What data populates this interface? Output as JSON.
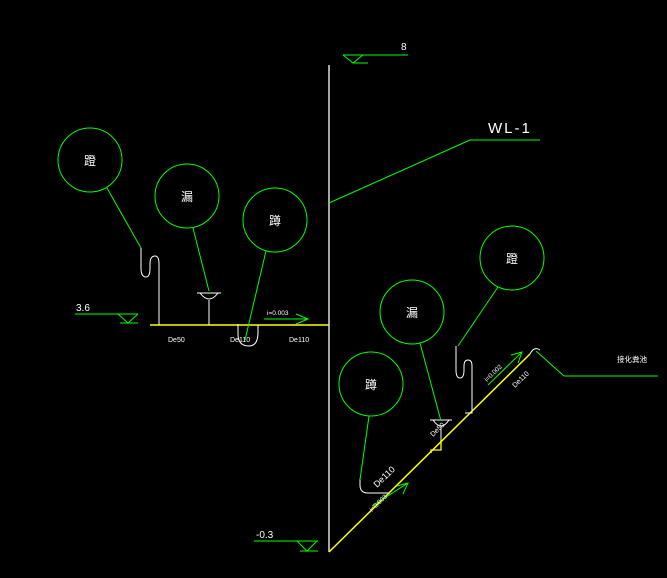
{
  "colors": {
    "background": "#000000",
    "line": "#ffffff",
    "leader": "#00ff00",
    "pipe": "#ffff00",
    "text": "#ffffff"
  },
  "elevations": {
    "top": "8",
    "mid": "3.6",
    "bottom": "-0.3"
  },
  "riser": {
    "label": "WL-1"
  },
  "upper_floor": {
    "bubbles": {
      "left": "蹬",
      "middle": "漏",
      "right": "蹲"
    },
    "slope": "i=0.003",
    "pipes": [
      "De50",
      "De110",
      "De110"
    ]
  },
  "lower_floor": {
    "bubbles": {
      "left": "蹲",
      "middle": "漏",
      "right": "蹬"
    },
    "slope_upper": "i=0.002",
    "slope_lower": "i=0.003",
    "pipes": [
      "De110",
      "De50",
      "De110"
    ],
    "outlet_label": "接化粪池"
  }
}
